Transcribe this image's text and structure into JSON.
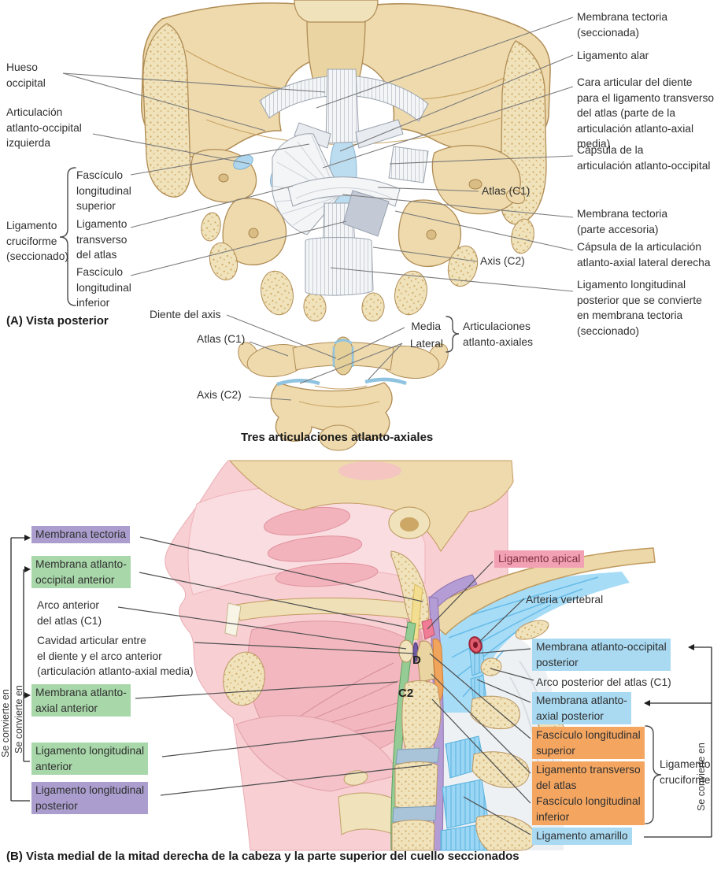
{
  "figure": {
    "language": "es",
    "subject": "Articulaciones atlanto-occipital y atlanto-axiales"
  },
  "colors": {
    "highlight_purple": "#ab9ecf",
    "highlight_green": "#a8d7a9",
    "highlight_blue": "#a9daf2",
    "highlight_orange": "#f4a661",
    "highlight_pink": "#f2a0b3",
    "pink_text": "#7c2e3e",
    "label_text": "#2f2f2f",
    "leader_line": "#6e6e6e",
    "bone": "#eedaad",
    "cartilage_blue": "#8ed0f2"
  },
  "labels": {
    "a_membrana_tectoria_seccionada": "Membrana tectoria\n(seccionada)",
    "a_ligamento_alar": "Ligamento alar",
    "a_cara_articular": "Cara articular del diente\npara el ligamento transverso\ndel atlas (parte de la\narticulación atlanto-axial\nmedia)",
    "a_capsula_ao": "Cápsula de la\narticulación atlanto-occipital",
    "a_atlas_c1": "Atlas (C1)",
    "a_membrana_tectoria_accesoria": "Membrana tectoria\n(parte accesoria)",
    "a_capsula_aa_lateral": "Cápsula de la articulación\natlanto-axial lateral derecha",
    "a_axis_c2": "Axis (C2)",
    "a_lig_long_posterior": "Ligamento longitudinal\nposterior que se convierte\nen membrana tectoria\n(seccionado)",
    "a_hueso_occipital": "Hueso\noccipital",
    "a_articulacion_ao_izq": "Articulación\natlanto-occipital\nizquierda",
    "a_lig_cruciforme": "Ligamento\ncruciforme\n(seccionado)",
    "a_fasciculo_sup": "Fascículo\nlongitudinal\nsuperior",
    "a_lig_transverso": "Ligamento\ntransverso\ndel atlas",
    "a_fasciculo_inf": "Fascículo\nlongitudinal\ninferior",
    "a_caption": "(A) Vista posterior",
    "s_diente": "Diente del axis",
    "s_atlas": "Atlas (C1)",
    "s_axis": "Axis (C2)",
    "s_media": "Media",
    "s_lateral": "Lateral",
    "s_articulaciones": "Articulaciones\natlanto-axiales",
    "s_caption": "Tres articulaciones atlanto-axiales",
    "b_membrana_tectoria": "Membrana tectoria",
    "b_membrana_ao_anterior": "Membrana atlanto-\noccipital anterior",
    "b_arco_anterior": "Arco anterior\ndel atlas (C1)",
    "b_cavidad": "Cavidad articular entre\nel diente y el arco anterior\n(articulación atlanto-axial media)",
    "b_membrana_aa_anterior": "Membrana atlanto-\naxial anterior",
    "b_lig_long_anterior": "Ligamento longitudinal\nanterior",
    "b_lig_long_posterior": "Ligamento longitudinal\nposterior",
    "b_se_convierte": "Se convierte en",
    "b_lig_apical": "Ligamento apical",
    "b_arteria": "Arteria vertebral",
    "b_membrana_ao_posterior": "Membrana atlanto-occipital\nposterior",
    "b_arco_posterior": "Arco posterior del atlas (C1)",
    "b_membrana_aa_posterior": "Membrana atlanto-\naxial posterior",
    "b_fasciculo_sup": "Fascículo longitudinal\nsuperior",
    "b_lig_transverso": "Ligamento transverso\ndel atlas",
    "b_fasciculo_inf": "Fascículo longitudinal\ninferior",
    "b_lig_amarillo": "Ligamento amarillo",
    "b_lig_cruciforme": "Ligamento\ncruciforme",
    "b_caption": "(B) Vista medial de la mitad derecha de la cabeza y la parte superior del cuello seccionados",
    "bone_d": "D",
    "bone_c2": "C2"
  }
}
